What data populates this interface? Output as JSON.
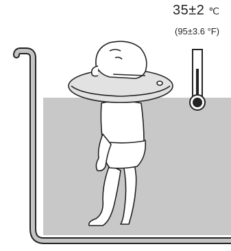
{
  "temperature": {
    "celsius_value": "35±2",
    "celsius_unit": "℃",
    "fahrenheit": "(95±3.6 °F)"
  },
  "icons": [
    "bathtub",
    "baby-with-neck-float",
    "thermometer"
  ],
  "colors": {
    "water": "#c8c8c8",
    "tub_wall": "#bdbdbd",
    "outline": "#222222",
    "float": "#e2e2e2"
  }
}
